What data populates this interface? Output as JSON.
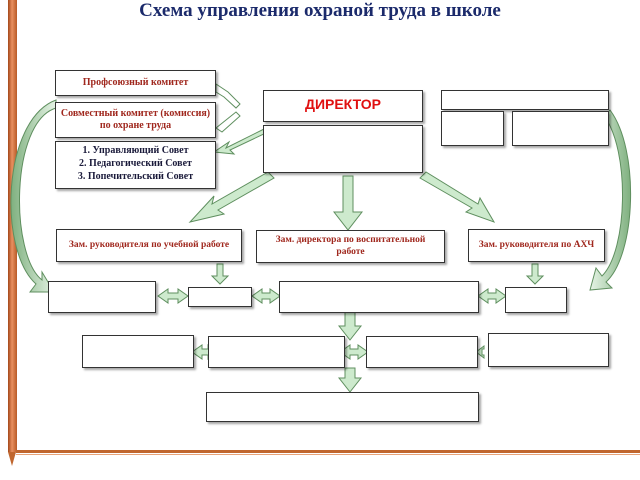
{
  "title": "Схема управления охраной труда в школе",
  "boxes": {
    "trade_union": "Профсоюзный комитет",
    "joint_committee": "Совместный комитет (комиссия) по охране труда",
    "councils": [
      "1. Управляющий Совет",
      "2. Педагогический Совет",
      "3. Попечительский Совет"
    ],
    "director": "ДИРЕКТОР",
    "deputy_academic": "Зам. руководителя по учебной работе",
    "deputy_upbringing": "Зам. директора по воспитательной работе",
    "deputy_ahch": "Зам. руководителя по АХЧ"
  },
  "colors": {
    "title": "#1b2a6b",
    "label": "#a0281e",
    "counsel_label": "#1a1a3a",
    "director_label": "#e01010",
    "arrow_fill": "#cdeacd",
    "arrow_stroke": "#5f8f5f",
    "stick": "#c0662e"
  }
}
